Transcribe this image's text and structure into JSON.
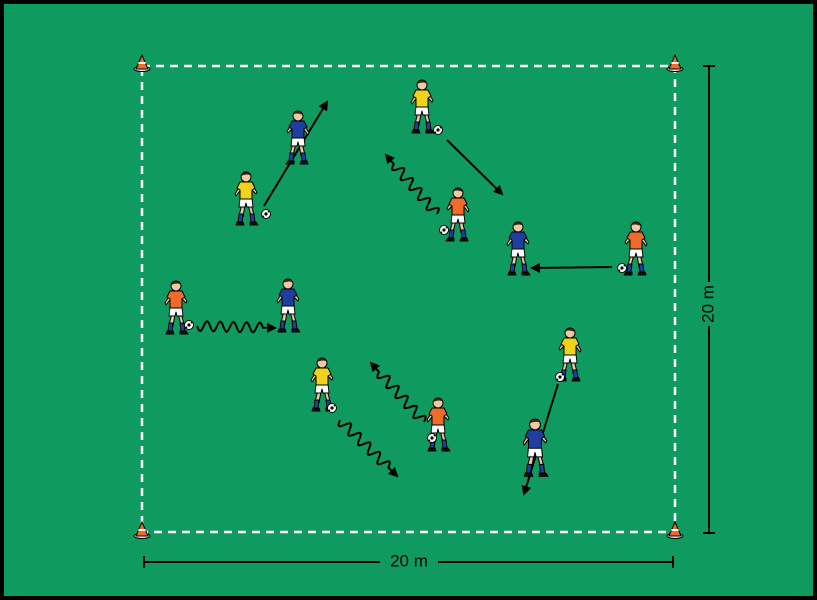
{
  "diagram": {
    "field_color": "#0f9a5f",
    "line_color": "#ffffff",
    "border_color": "#000000",
    "width_label": "20 m",
    "height_label": "20 m",
    "team_colors": {
      "blue": "#1f3fa0",
      "yellow": "#f2d21b",
      "orange": "#f06a2a"
    },
    "cones": [
      "cone-top-left",
      "cone-top-right",
      "cone-bottom-left",
      "cone-bottom-right"
    ],
    "players": [
      {
        "id": "p1",
        "team": "blue",
        "has_ball": false
      },
      {
        "id": "p2",
        "team": "yellow",
        "has_ball": true
      },
      {
        "id": "p3",
        "team": "yellow",
        "has_ball": true
      },
      {
        "id": "p4",
        "team": "orange",
        "has_ball": true
      },
      {
        "id": "p5",
        "team": "blue",
        "has_ball": false
      },
      {
        "id": "p6",
        "team": "orange",
        "has_ball": true
      },
      {
        "id": "p7",
        "team": "orange",
        "has_ball": true
      },
      {
        "id": "p8",
        "team": "blue",
        "has_ball": false
      },
      {
        "id": "p9",
        "team": "yellow",
        "has_ball": true
      },
      {
        "id": "p10",
        "team": "orange",
        "has_ball": true
      },
      {
        "id": "p11",
        "team": "yellow",
        "has_ball": true
      },
      {
        "id": "p12",
        "team": "blue",
        "has_ball": false
      }
    ],
    "movements": [
      {
        "type": "pass"
      },
      {
        "type": "dribble"
      },
      {
        "type": "dribble"
      },
      {
        "type": "pass"
      },
      {
        "type": "pass"
      },
      {
        "type": "dribble"
      },
      {
        "type": "dribble"
      },
      {
        "type": "pass"
      }
    ]
  }
}
